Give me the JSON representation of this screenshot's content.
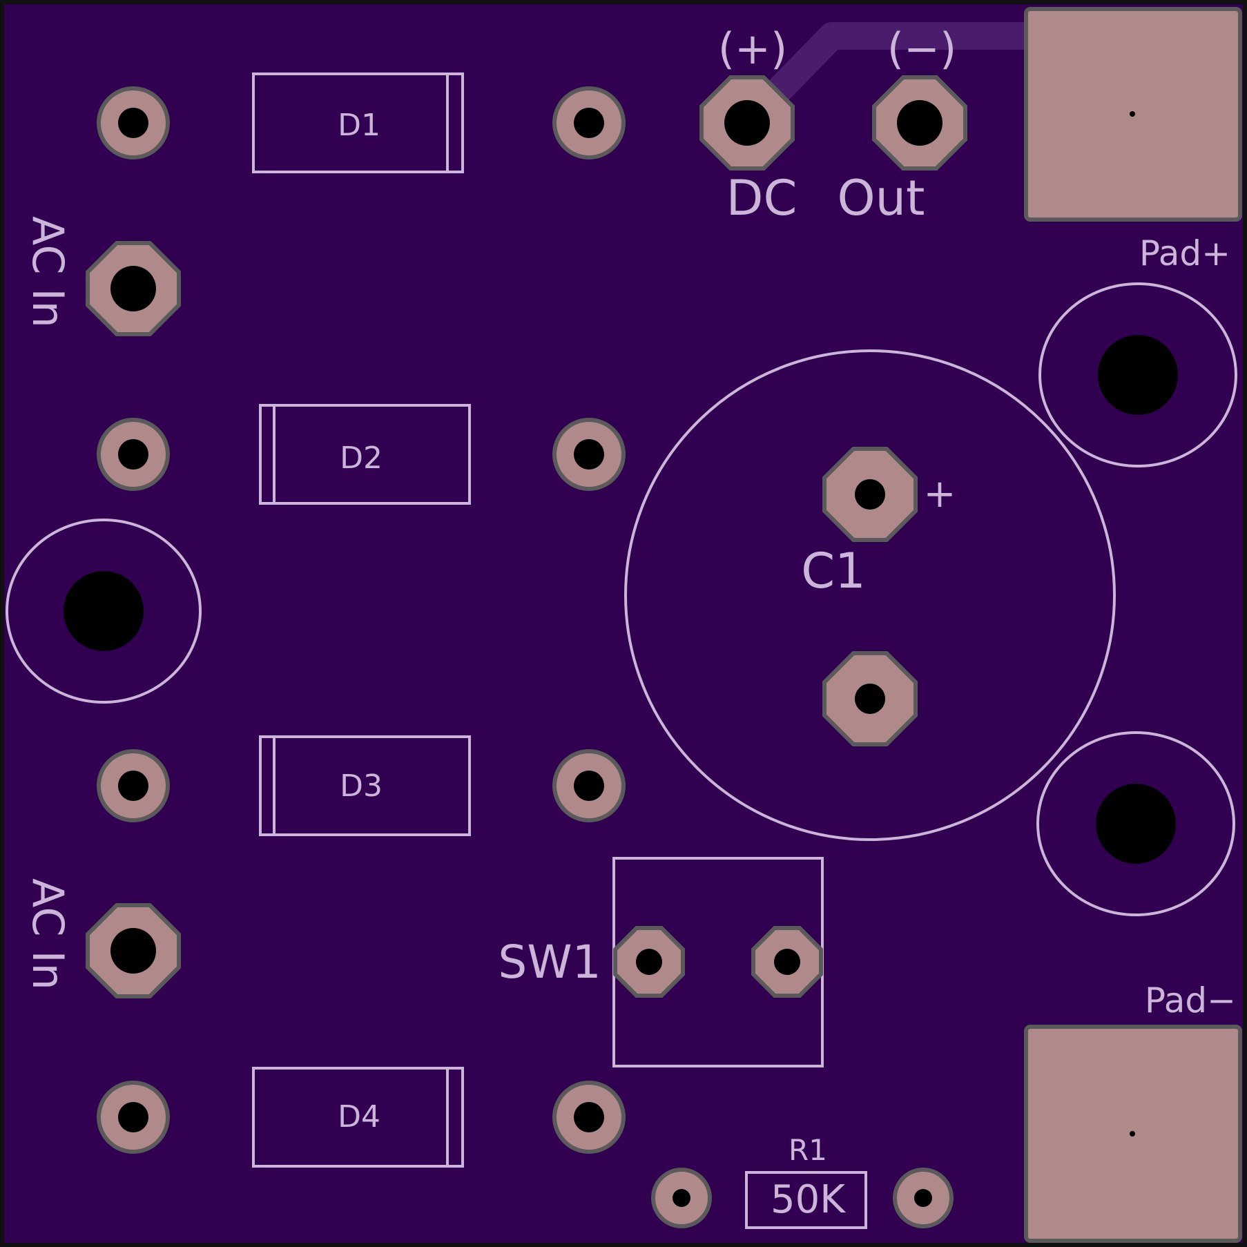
{
  "colors": {
    "board": "#310050",
    "silkscreen": "#cbb6d9",
    "copper_pad": "#b08a8a",
    "pad_outline": "#5a5a5a",
    "trace": "#4a1c6b",
    "drill": "#000000"
  },
  "labels": {
    "d1": "D1",
    "d2": "D2",
    "d3": "D3",
    "d4": "D4",
    "dc_plus": "(+)",
    "dc_minus": "(−)",
    "dc": "DC",
    "out": "Out",
    "pad_plus": "Pad+",
    "pad_minus": "Pad−",
    "ac_in_top": "AC In",
    "ac_in_bottom": "AC In",
    "c1": "C1",
    "c1_polarity": "+",
    "sw1": "SW1",
    "r1": "R1",
    "r1_value": "50K"
  }
}
